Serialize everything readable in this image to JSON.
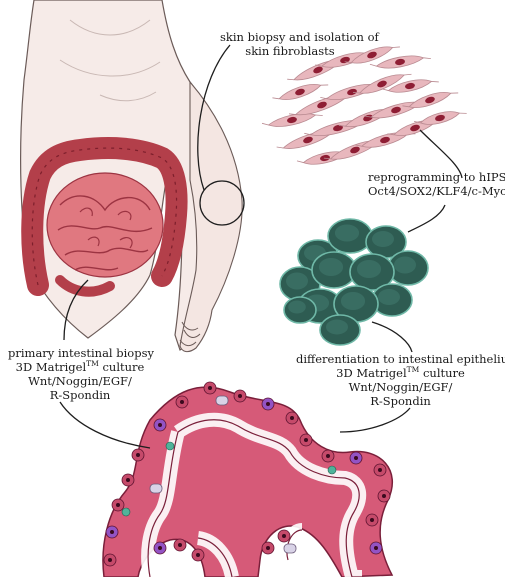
{
  "labels": {
    "biopsy": [
      "skin biopsy and isolation of",
      "skin fibroblasts"
    ],
    "reprogram": [
      "reprogramming to hIPSCs",
      "Oct4/SOX2/KLF4/c-Myc"
    ],
    "primary": {
      "line1": "primary intestinal biopsy",
      "matrigel_pre": "3D Matrigel",
      "tm": "TM",
      "matrigel_post": " culture",
      "line3": "Wnt/Noggin/EGF/",
      "line4": "R-Spondin"
    },
    "differentiation": {
      "line1": "differentiation to intestinal epithelium",
      "matrigel_pre": "3D Matrigel",
      "tm": "TM",
      "matrigel_post": " culture",
      "line3": "Wnt/Noggin/EGF/",
      "line4": "R-Spondin"
    }
  },
  "colors": {
    "skin": "#f6ebe8",
    "body_outline": "#6b5b58",
    "colon": "#b33f4a",
    "small_intestine": "#e07880",
    "fibroblast": "#e8b7bd",
    "nucleus": "#8e1e34",
    "hipsc": "#2e5c52",
    "hipsc_edge": "#6fb8a7",
    "epithelium": "#d65a78",
    "purple_cell": "#9353c4",
    "goblet_cell": "#d9d3e7",
    "line": "#1e1e1e"
  }
}
